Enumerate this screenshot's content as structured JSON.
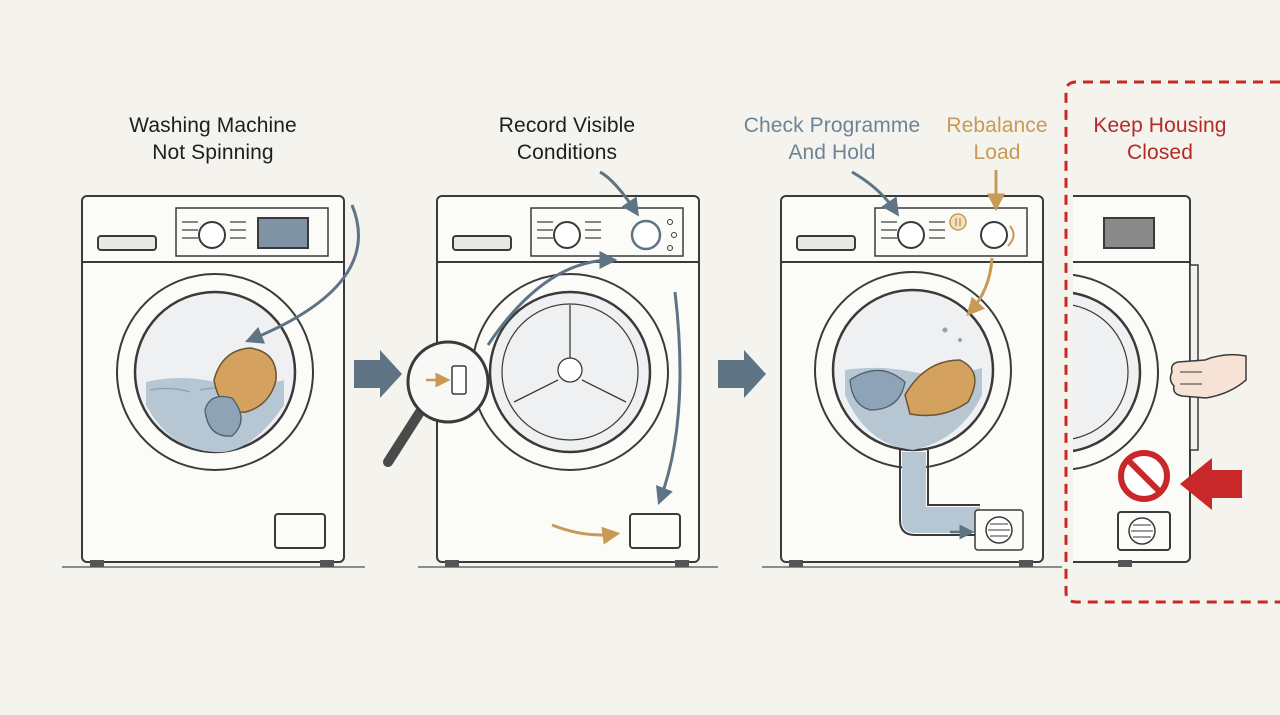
{
  "steps": [
    {
      "lines": [
        "Washing Machine",
        "Not Spinning"
      ],
      "color": "#1e1e1e"
    },
    {
      "lines": [
        "Record Visible",
        "Conditions"
      ],
      "color": "#1e1e1e"
    },
    {
      "lines": [
        "Check Programme",
        "And Hold"
      ],
      "color": "#6d8497"
    },
    {
      "lines": [
        "Rebalance",
        "Load"
      ],
      "color": "#c79a55"
    },
    {
      "lines": [
        "Keep Housing",
        "Closed"
      ],
      "color": "#b52a24"
    }
  ],
  "colors": {
    "background": "#f4f3ee",
    "line": "#3a3a3a",
    "arrow_blue": "#5e7384",
    "water": "#b7c6d3",
    "laundry": "#d4a15f",
    "warning_red": "#c8282a"
  }
}
